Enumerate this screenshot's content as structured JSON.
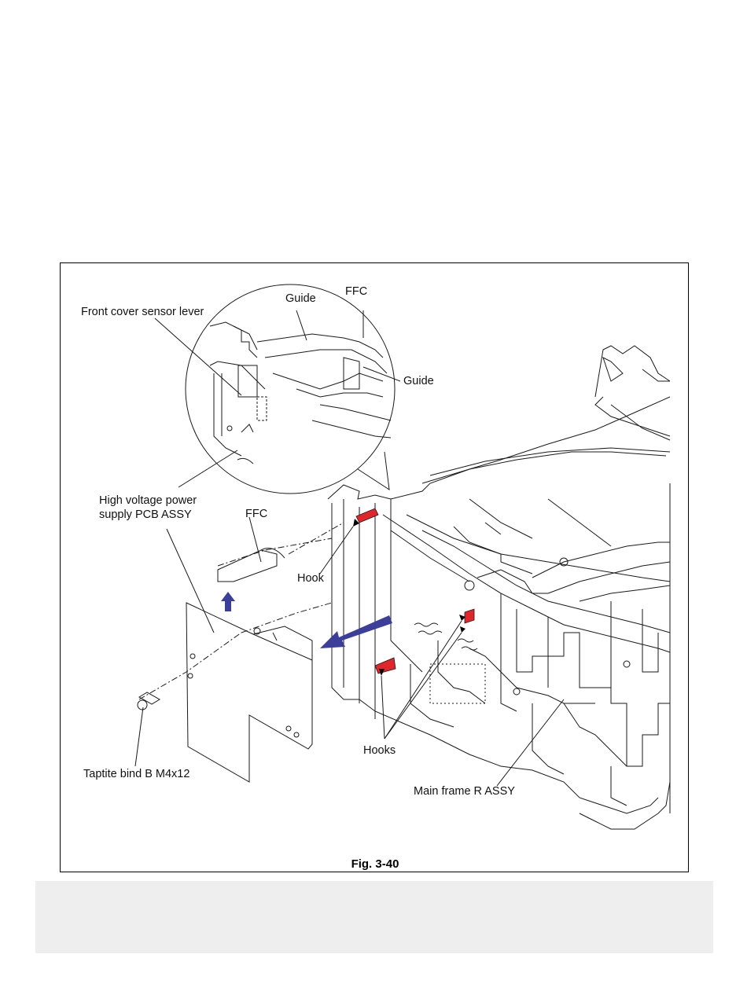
{
  "figure": {
    "caption": "Fig. 3-40",
    "labels": {
      "guide_top": "Guide",
      "ffc_top": "FFC",
      "front_cover_sensor_lever": "Front cover sensor lever",
      "guide_right": "Guide",
      "hv_power_line1": "High voltage power",
      "hv_power_line2": "supply PCB ASSY",
      "ffc_mid": "FFC",
      "hook": "Hook",
      "hooks": "Hooks",
      "taptite": "Taptite bind B M4x12",
      "main_frame": "Main frame R ASSY"
    },
    "colors": {
      "hook_red": "#e0262b",
      "arrow_blue": "#3b3f9a",
      "line": "#1a1a1a"
    }
  }
}
